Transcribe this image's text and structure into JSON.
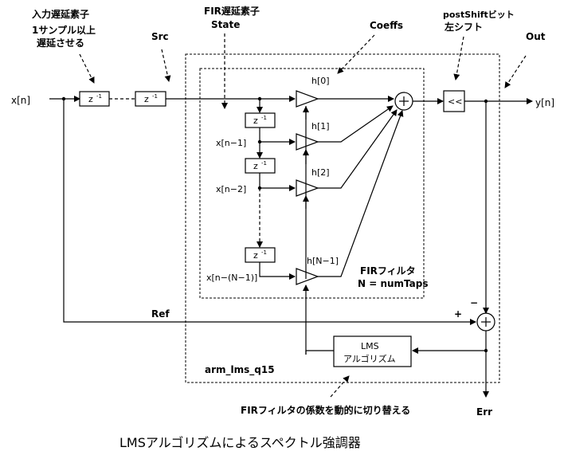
{
  "labels": {
    "delay_element": "入力遅延素子",
    "delay_note_1": "1サンプル以上",
    "delay_note_2": "遅延させる",
    "src": "Src",
    "fir_delay_element": "FIR遅延素子",
    "state": "State",
    "coeffs": "Coeffs",
    "post_shift_1": "postShiftビット",
    "post_shift_2": "左シフト",
    "out": "Out",
    "input": "x[n]",
    "output": "y[n]",
    "ref": "Ref",
    "err": "Err",
    "plus": "+",
    "minus": "−",
    "function_name": "arm_lms_q15",
    "fir_filter": "FIRフィルタ",
    "num_taps": "N = numTaps",
    "lms_1": "LMS",
    "lms_2": "アルゴリズム",
    "update_note": "FIRフィルタの係数を動的に切り替える",
    "caption": "LMSアルゴリズムによるスペクトル強調器",
    "z_inv": "z",
    "z_exp": "-1",
    "shift_symbol": "<<"
  },
  "taps": {
    "x_n1": "x[n−1]",
    "x_n2": "x[n−2]",
    "x_nN1": "x[n−(N−1)]",
    "h0": "h[0]",
    "h1": "h[1]",
    "h2": "h[2]",
    "hN1": "h[N−1]"
  },
  "icons": {
    "adder": "adder-icon",
    "amplifier": "triangle-gain-icon"
  }
}
